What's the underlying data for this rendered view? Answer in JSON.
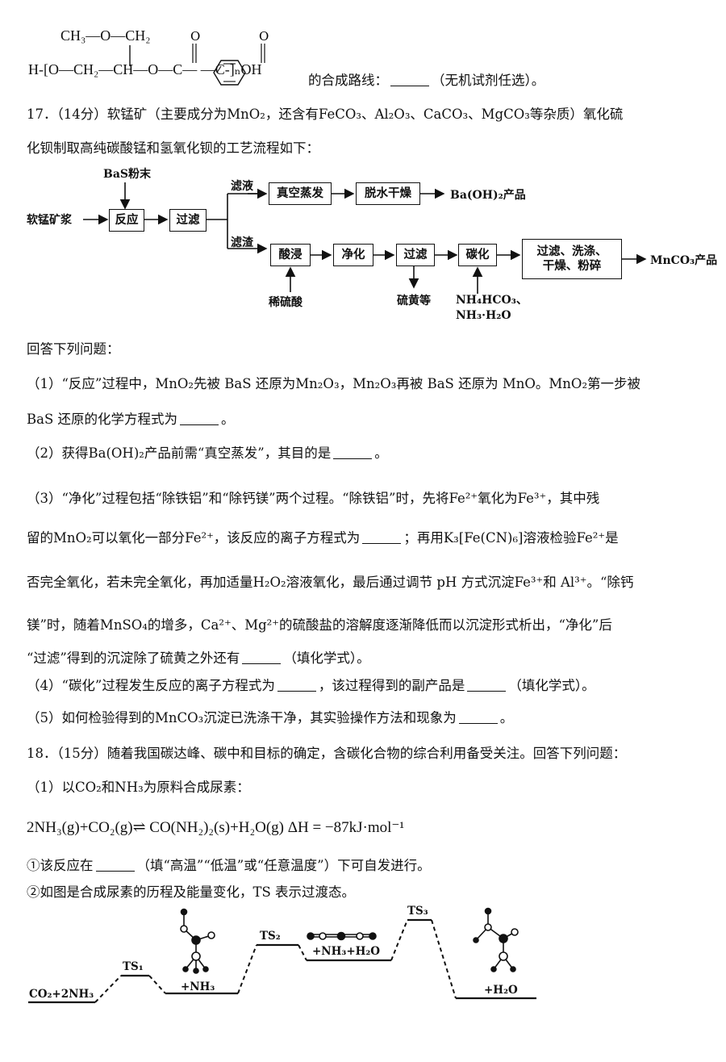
{
  "polymer": {
    "top_formula": "CH₃—O—CH₂",
    "bottom_formula": "H-[O—CH₂—CH—O—C— —C-]ₙOH",
    "after_text": "的合成路线：",
    "note": "（无机试剂任选）。"
  },
  "q17": {
    "line1": "17．（14分）软锰矿（主要成分为MnO₂，还含有FeCO₃、Al₂O₃、CaCO₃、MgCO₃等杂质）氧化硫",
    "line2": "化钡制取高纯碳酸锰和氢氧化钡的工艺流程如下：",
    "flow": {
      "bas": "BaS粉末",
      "start": "软锰矿浆",
      "react": "反应",
      "filter1": "过滤",
      "filtrate": "滤液",
      "residue": "滤渣",
      "evap": "真空蒸发",
      "dry": "脱水干燥",
      "product1": "Ba(OH)₂产品",
      "acid": "酸浸",
      "purify": "净化",
      "filter2": "过滤",
      "carbon": "碳化",
      "final_line1": "过滤、洗涤、",
      "final_line2": "干燥、粉碎",
      "product2": "MnCO₃产品",
      "dilute_acid": "稀硫酸",
      "sulfur": "硫黄等",
      "reagent_line1": "NH₄HCO₃、",
      "reagent_line2": "NH₃·H₂O"
    },
    "answer_intro": "回答下列问题：",
    "p1a": "（1）“反应”过程中，MnO₂先被 BaS 还原为Mn₂O₃，Mn₂O₃再被 BaS 还原为 MnO。MnO₂第一步被",
    "p1b": "BaS 还原的化学方程式为",
    "p1b_end": "。",
    "p2": "（2）获得Ba(OH)₂产品前需“真空蒸发”，其目的是",
    "p2_end": "。",
    "p3a": "（3）“净化”过程包括“除铁铝”和“除钙镁”两个过程。“除铁铝”时，先将Fe²⁺氧化为Fe³⁺，其中残",
    "p3b_1": "留的MnO₂可以氧化一部分Fe²⁺，该反应的离子方程式为",
    "p3b_2": "；再用K₃[Fe(CN)₆]溶液检验Fe²⁺是",
    "p3c": "否完全氧化，若未完全氧化，再加适量H₂O₂溶液氧化，最后通过调节 pH 方式沉淀Fe³⁺和 Al³⁺。“除钙",
    "p3d": "镁”时，随着MnSO₄的增多，Ca²⁺、Mg²⁺的硫酸盐的溶解度逐渐降低而以沉淀形式析出，“净化”后",
    "p3e_1": "“过滤”得到的沉淀除了硫黄之外还有",
    "p3e_2": "（填化学式）。",
    "p4_1": "（4）“碳化”过程发生反应的离子方程式为",
    "p4_2": "，该过程得到的副产品是",
    "p4_3": "（填化学式）。",
    "p5_1": "（5）如何检验得到的MnCO₃沉淀已洗涤干净，其实验操作方法和现象为",
    "p5_2": "。"
  },
  "q18": {
    "line1": "18．（15分）随着我国碳达峰、碳中和目标的确定，含碳化合物的综合利用备受关注。回答下列问题：",
    "p1": "（1）以CO₂和NH₃为原料合成尿素：",
    "equation": "2NH₃(g)+CO₂(g)⇌ CO(NH₂)₂(s)+H₂O(g)   ΔH = −87kJ·mol⁻¹",
    "s1_1": "①该反应在",
    "s1_2": "（填“高温”“低温”或“任意温度”）下可自发进行。",
    "s2": "②如图是合成尿素的历程及能量变化，TS 表示过渡态。",
    "diagram": {
      "start": "CO₂+2NH₃",
      "ts1": "TS₁",
      "int1": "+NH₃",
      "ts2": "TS₂",
      "int2": "+NH₃+H₂O",
      "ts3": "TS₃",
      "end": "+H₂O"
    }
  }
}
